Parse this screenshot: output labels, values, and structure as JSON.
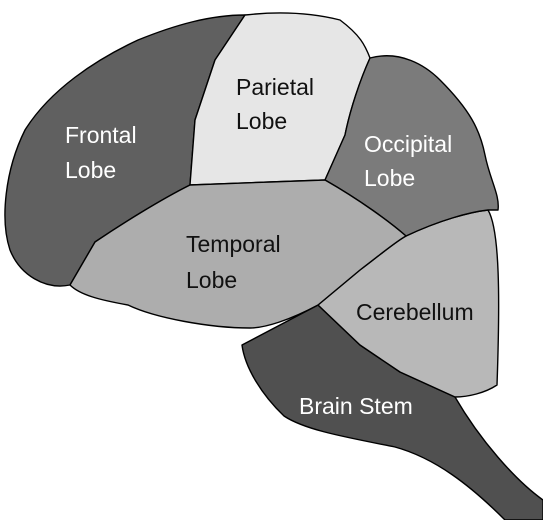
{
  "diagram": {
    "regions": {
      "frontal": {
        "lines": [
          "Frontal",
          "Lobe"
        ],
        "fill": "#606060",
        "text_color": "#ffffff"
      },
      "parietal": {
        "lines": [
          "Parietal",
          "Lobe"
        ],
        "fill": "#e6e6e6",
        "text_color": "#111111"
      },
      "occipital": {
        "lines": [
          "Occipital",
          "Lobe"
        ],
        "fill": "#7b7b7b",
        "text_color": "#ffffff"
      },
      "temporal": {
        "lines": [
          "Temporal",
          "Lobe"
        ],
        "fill": "#adadad",
        "text_color": "#111111"
      },
      "cerebellum": {
        "lines": [
          "Cerebellum"
        ],
        "fill": "#b8b8b8",
        "text_color": "#111111"
      },
      "brain_stem": {
        "lines": [
          "Brain Stem"
        ],
        "fill": "#505050",
        "text_color": "#ffffff"
      }
    }
  }
}
